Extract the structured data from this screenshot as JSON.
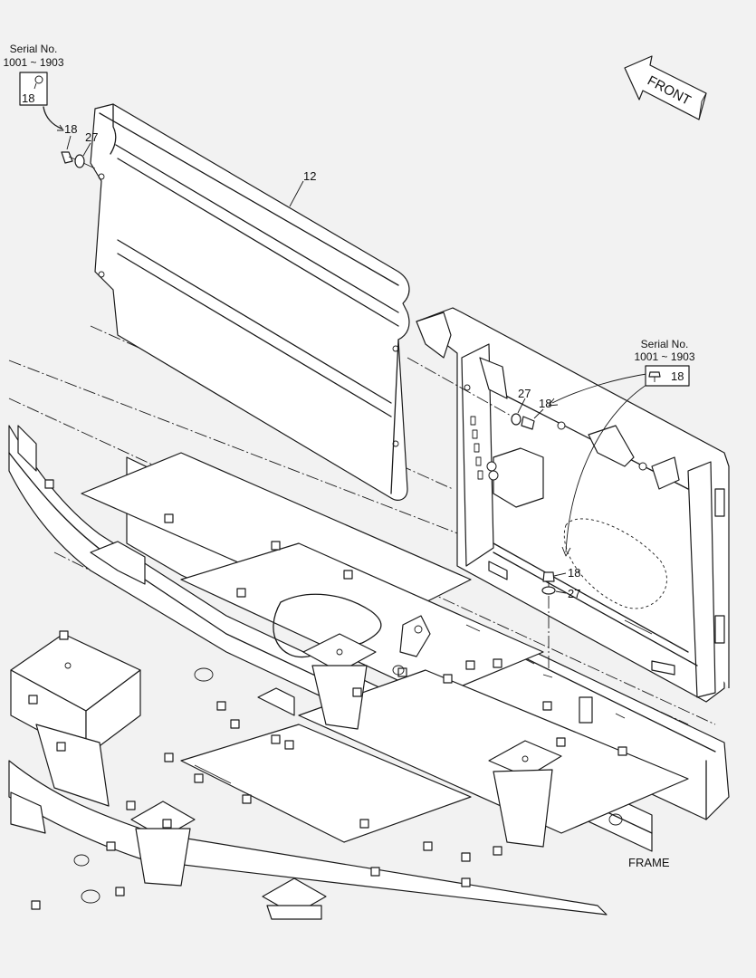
{
  "callouts": {
    "serial_top_left": {
      "line1": "Serial No.",
      "line2": "1001 ~ 1903",
      "part": "18"
    },
    "serial_right": {
      "line1": "Serial No.",
      "line2": "1001 ~ 1903",
      "part": "18"
    },
    "front_label": "FRONT",
    "frame_label": "FRAME",
    "parts": {
      "panel": "12",
      "bolt_left": "18",
      "washer_left": "27",
      "washer_mid": "27",
      "bolt_mid": "18",
      "bolt_lower": "18",
      "washer_lower": "27"
    }
  }
}
